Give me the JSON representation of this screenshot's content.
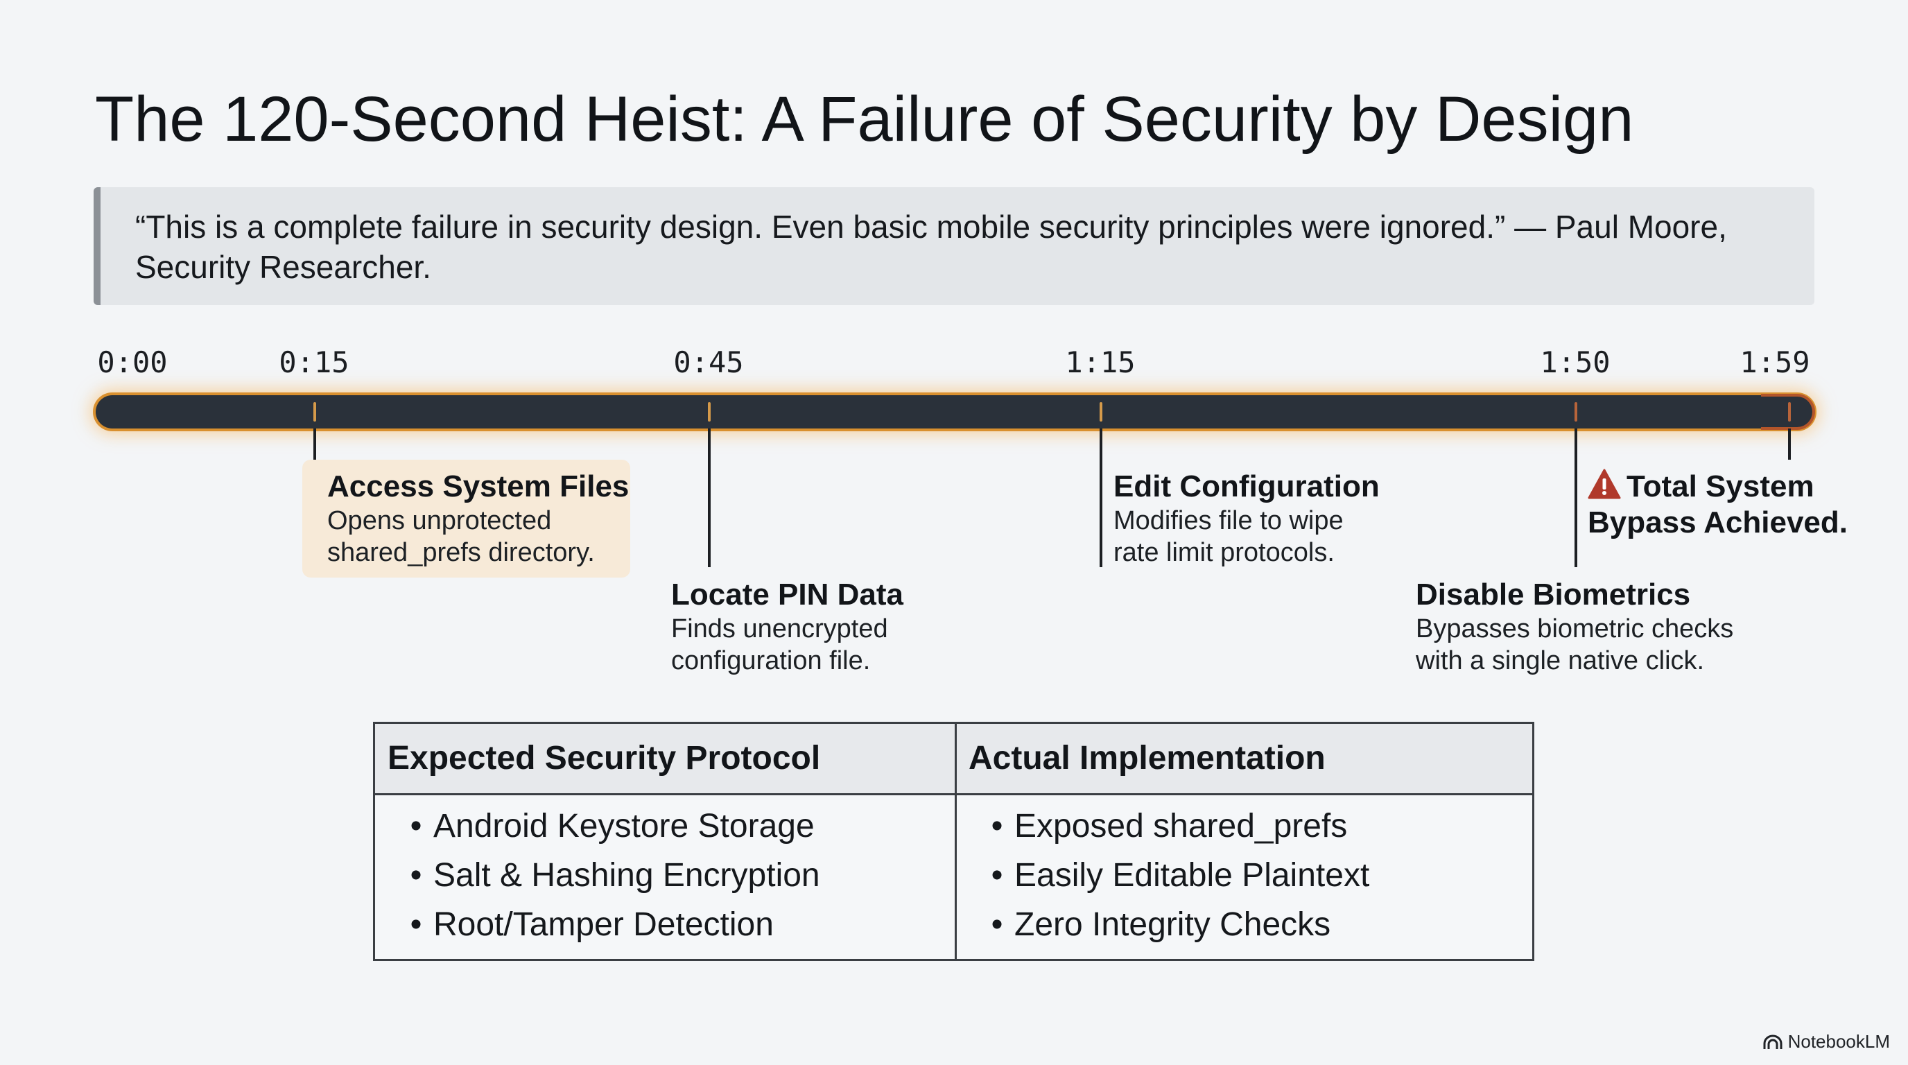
{
  "slide": {
    "title": "The 120-Second Heist: A Failure of Security by Design",
    "quote": "“This is a complete failure in security design. Even basic mobile security principles were ignored.” — Paul Moore, Security Researcher."
  },
  "timeline": {
    "bar_color": "#2a313a",
    "glow_color": "#d9902f",
    "labels": [
      "0:00",
      "0:15",
      "0:45",
      "1:15",
      "1:50",
      "1:59"
    ],
    "events": [
      {
        "time": "0:15",
        "title": "Access System Files",
        "desc_line1": "Opens unprotected",
        "desc_line2": "shared_prefs directory.",
        "highlighted": true
      },
      {
        "time": "0:45",
        "title": "Locate PIN Data",
        "desc_line1": "Finds unencrypted",
        "desc_line2": "configuration file."
      },
      {
        "time": "1:15",
        "title": "Edit Configuration",
        "desc_line1": "Modifies file to wipe",
        "desc_line2": "rate limit protocols."
      },
      {
        "time": "1:50",
        "title": "Disable Biometrics",
        "desc_line1": "Bypasses biometric checks",
        "desc_line2": "with a single native click."
      },
      {
        "time": "1:59",
        "title_line1": "Total System",
        "title_line2": "Bypass Achieved.",
        "icon": "warning-icon",
        "icon_color": "#b0392b"
      }
    ]
  },
  "comparison_table": {
    "headers": [
      "Expected Security Protocol",
      "Actual Implementation"
    ],
    "expected": [
      "Android Keystore Storage",
      "Salt & Hashing Encryption",
      "Root/Tamper Detection"
    ],
    "actual": [
      "Exposed shared_prefs",
      "Easily Editable Plaintext",
      "Zero Integrity Checks"
    ]
  },
  "footer": {
    "brand": "NotebookLM",
    "icon": "notebooklm-logo-icon"
  }
}
